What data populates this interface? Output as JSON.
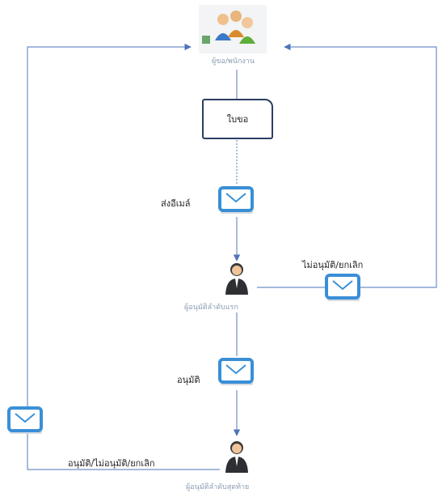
{
  "nodes": {
    "requester": {
      "caption": "ผู้ขอ/พนักงาน",
      "icon": "people-group-icon"
    },
    "document": {
      "label": "ใบขอ"
    },
    "first_approver": {
      "caption": "ผู้อนุมัติลำดับแรก",
      "icon": "business-person-icon"
    },
    "final_approver": {
      "caption": "ผู้อนุมัติลำดับสุดท้าย",
      "icon": "business-person-icon"
    }
  },
  "edges": {
    "send_email": {
      "label": "ส่งอีเมล์",
      "icon": "email-icon"
    },
    "approve": {
      "label": "อนุมัติ",
      "icon": "email-icon"
    },
    "reject_cancel_first": {
      "label": "ไม่อนุมัติ/ยกเลิก",
      "icon": "email-icon"
    },
    "final_decision": {
      "label": "อนุมัติ/ไม่อนุมัติ/ยกเลิก",
      "icon": "email-icon"
    }
  },
  "colors": {
    "line": "#6f8fc7",
    "box_border": "#2b3e63",
    "email_frame": "#3a8fd6",
    "caption": "#8a9bb0"
  }
}
